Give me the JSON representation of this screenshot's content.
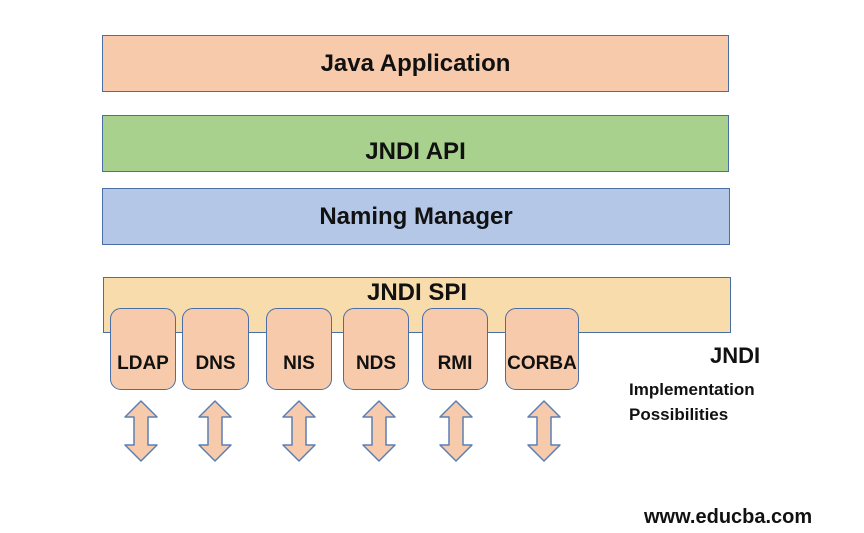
{
  "layers": {
    "java_application": "Java Application",
    "jndi_api": "JNDI API",
    "naming_manager": "Naming Manager",
    "jndi_spi": "JNDI SPI"
  },
  "implementations": [
    "LDAP",
    "DNS",
    "NIS",
    "NDS",
    "RMI",
    "CORBA"
  ],
  "side_label": {
    "title": "JNDI",
    "subtitle_line1": "Implementation",
    "subtitle_line2": "Possibilities"
  },
  "watermark": "www.educba.com",
  "colors": {
    "java_application": "#f7caac",
    "jndi_api": "#a9d18e",
    "naming_manager": "#b4c7e7",
    "jndi_spi": "#f8dcac",
    "implementation_box": "#f7caac",
    "border": "#4a6fa5"
  }
}
